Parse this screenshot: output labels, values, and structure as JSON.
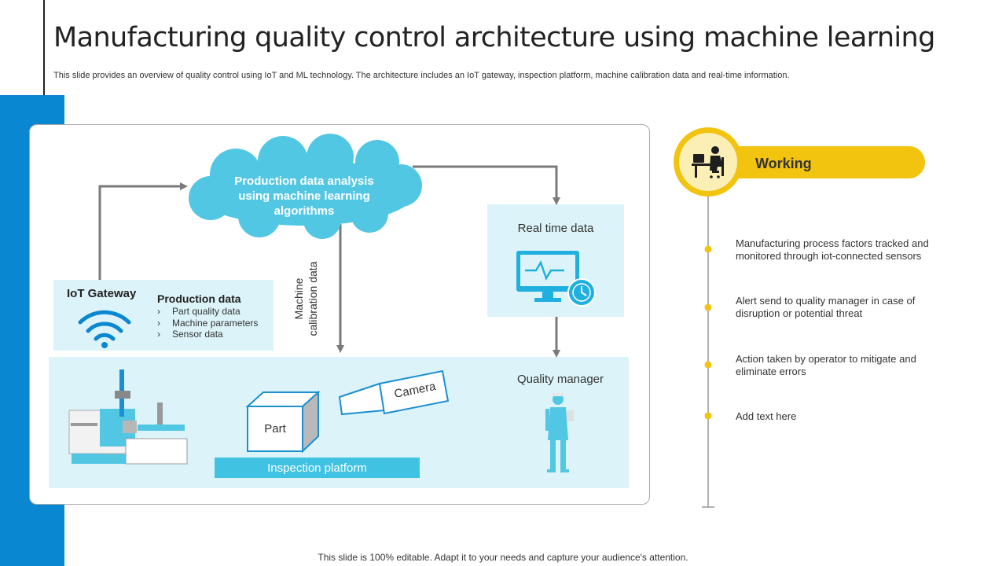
{
  "slide": {
    "title": "Manufacturing quality control architecture using machine learning",
    "subtitle": "This slide provides an overview of quality control using IoT and ML technology. The architecture includes an IoT gateway, inspection platform, machine calibration data and real-time information.",
    "footer": "This slide is 100% editable. Adapt it to your needs and capture your audience's attention."
  },
  "diagram": {
    "cloud_lines": [
      "Production data analysis",
      "using machine learning",
      "algorithms"
    ],
    "gateway_title": "IoT Gateway",
    "production_data_title": "Production data",
    "production_items": [
      "Part quality data",
      "Machine parameters",
      "Sensor data"
    ],
    "calibration_lines": [
      "Machine",
      "calibration data"
    ],
    "realtime_title": "Real time data",
    "part_label": "Part",
    "camera_label": "Camera",
    "platform_label": "Inspection platform",
    "manager_label": "Quality manager"
  },
  "working": {
    "title": "Working",
    "items": [
      "Manufacturing process factors tracked and monitored through iot-connected sensors",
      "Alert send to quality manager in case of disruption or potential threat",
      "Action taken by operator to mitigate and eliminate errors",
      "Add text here"
    ]
  },
  "colors": {
    "blue_bar": "#0a87d1",
    "light_panel": "#dcf4f9",
    "cloud": "#52c7e4",
    "accent_blue": "#29abe2",
    "yellow": "#f2c30f",
    "arrow": "#7a7a7a"
  },
  "icons": [
    "wifi-icon",
    "monitor-heartbeat-icon",
    "clock-icon",
    "worker-desk-icon",
    "machine-illustration",
    "person-illustration"
  ]
}
